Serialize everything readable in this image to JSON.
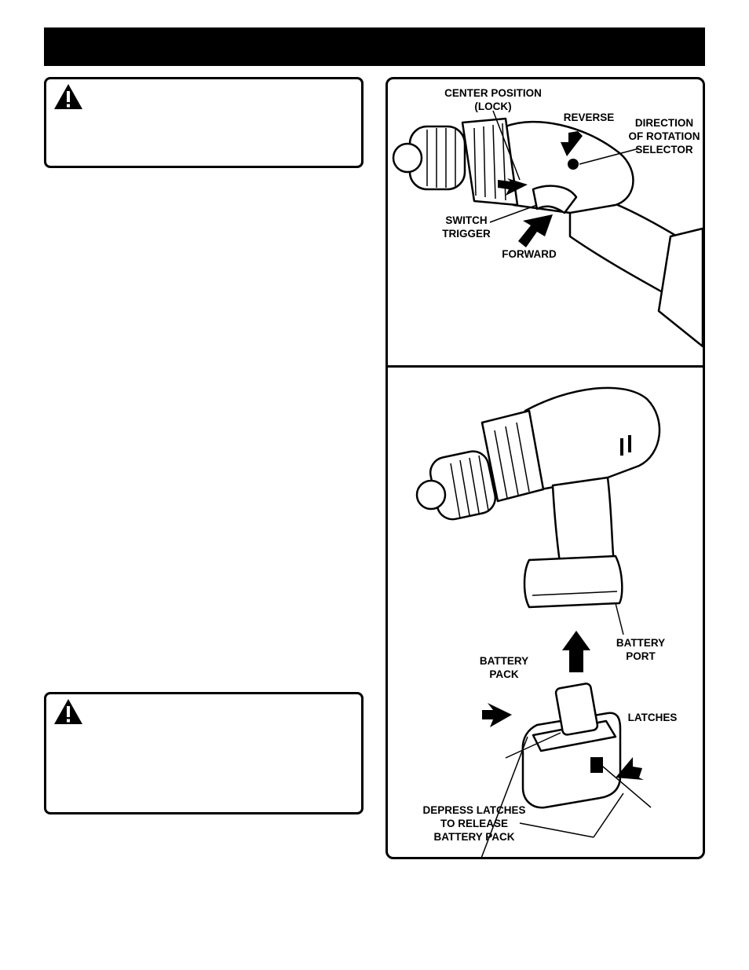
{
  "figure_top": {
    "center_position_line1": "CENTER POSITION",
    "center_position_line2": "(LOCK)",
    "reverse": "REVERSE",
    "direction_line1": "DIRECTION",
    "direction_line2": "OF ROTATION",
    "direction_line3": "SELECTOR",
    "switch_line1": "SWITCH",
    "switch_line2": "TRIGGER",
    "forward": "FORWARD"
  },
  "figure_bottom": {
    "battery_port_line1": "BATTERY",
    "battery_port_line2": "PORT",
    "battery_pack_line1": "BATTERY",
    "battery_pack_line2": "PACK",
    "latches": "LATCHES",
    "depress_line1": "DEPRESS LATCHES",
    "depress_line2": "TO RELEASE",
    "depress_line3": "BATTERY PACK"
  },
  "icons": {
    "warning": "warning-triangle-icon"
  }
}
